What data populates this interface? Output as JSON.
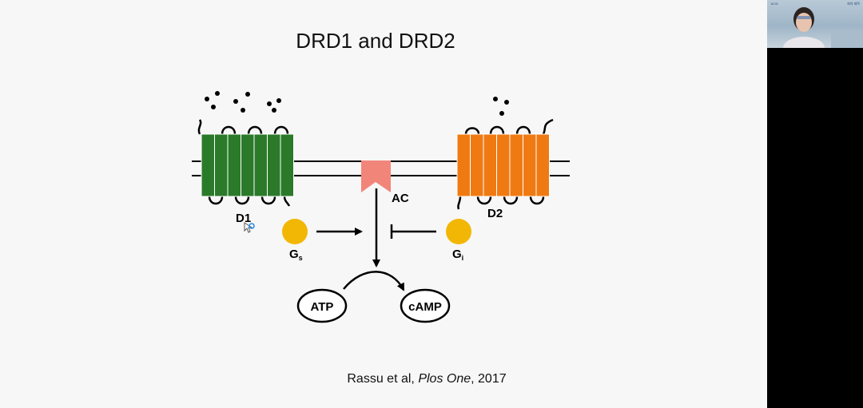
{
  "slide": {
    "title": "DRD1 and DRD2",
    "diagram": {
      "d1_label": "D1",
      "d2_label": "D2",
      "ac_label": "AC",
      "gs_label": "G",
      "gs_sub": "s",
      "gi_label": "G",
      "gi_sub": "i",
      "atp_label": "ATP",
      "camp_label": "cAMP",
      "colors": {
        "d1_receptor": "#2a7a2a",
        "d2_receptor": "#f07a12",
        "adenylyl_cyclase": "#f2857a",
        "g_protein": "#f2b705"
      }
    },
    "citation": {
      "authors": "Rassu et al,",
      "journal": "Plos One",
      "year": ", 2017"
    }
  },
  "video_call": {
    "participant_meta_left": "16:31",
    "participant_meta_right": "회의 제목"
  }
}
